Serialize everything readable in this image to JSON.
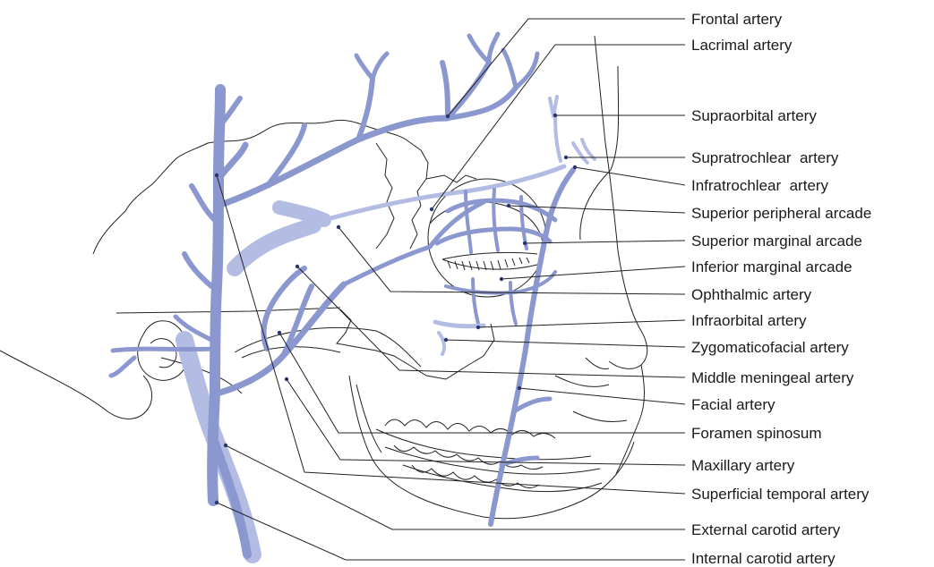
{
  "labels": [
    "Frontal artery",
    "Lacrimal artery",
    "Supraorbital artery",
    "Supratrochlear  artery",
    "Infratrochlear  artery",
    "Superior peripheral arcade",
    "Superior marginal arcade",
    "Inferior marginal arcade",
    "Ophthalmic artery",
    "Infraorbital artery",
    "Zygomaticofacial artery",
    "Middle meningeal artery",
    "Facial artery",
    "Foramen spinosum",
    "Maxillary artery",
    "Superficial temporal artery",
    "External carotid artery",
    "Internal carotid artery"
  ],
  "colors": {
    "vessel": "#8b97cf",
    "vessel_light": "#b3bde4",
    "line": "#222222"
  }
}
